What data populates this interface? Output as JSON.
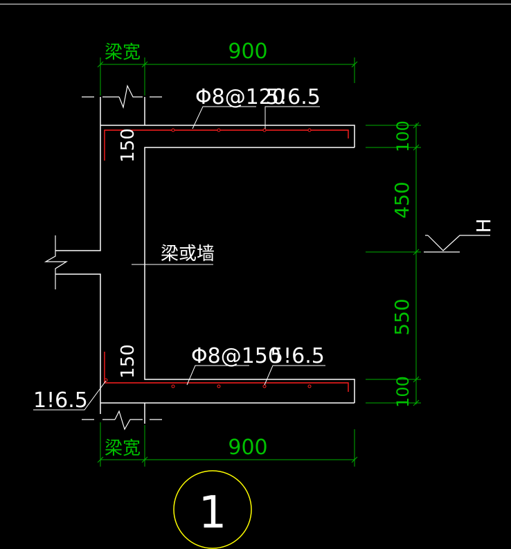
{
  "colors": {
    "background": "#000000",
    "outline": "#ffffff",
    "dimension": "#00b000",
    "dimension_text": "#00c000",
    "rebar": "#ff2020",
    "detail_circle": "#ffff00",
    "annotation": "#ffffff"
  },
  "dimensions": {
    "top_width_label": "梁宽",
    "top_length": "900",
    "bottom_width_label": "梁宽",
    "bottom_length": "900",
    "right_top_thickness": "100",
    "right_upper_gap": "450",
    "right_lower_gap": "550",
    "right_bottom_thickness": "100"
  },
  "annotations": {
    "top_rebar": "Φ8@120",
    "top_elevation": "5!6.5",
    "top_wall_thickness": "150",
    "bottom_rebar": "Φ8@150",
    "bottom_elevation": "5!6.5",
    "bottom_wall_thickness": "150",
    "beam_or_wall": "梁或墙",
    "left_elevation": "1!6.5",
    "level_mark": "H"
  },
  "detail": {
    "number": "1"
  }
}
